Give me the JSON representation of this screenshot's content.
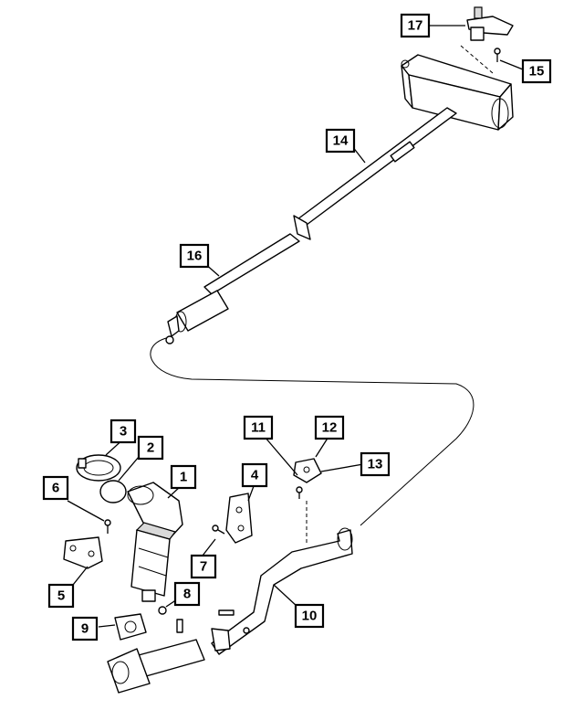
{
  "callouts": [
    {
      "id": "17",
      "label": "17"
    },
    {
      "id": "15",
      "label": "15"
    },
    {
      "id": "14",
      "label": "14"
    },
    {
      "id": "16",
      "label": "16"
    },
    {
      "id": "3",
      "label": "3"
    },
    {
      "id": "2",
      "label": "2"
    },
    {
      "id": "1",
      "label": "1"
    },
    {
      "id": "6",
      "label": "6"
    },
    {
      "id": "11",
      "label": "11"
    },
    {
      "id": "12",
      "label": "12"
    },
    {
      "id": "13",
      "label": "13"
    },
    {
      "id": "4",
      "label": "4"
    },
    {
      "id": "7",
      "label": "7"
    },
    {
      "id": "5",
      "label": "5"
    },
    {
      "id": "8",
      "label": "8"
    },
    {
      "id": "9",
      "label": "9"
    },
    {
      "id": "10",
      "label": "10"
    }
  ],
  "colors": {
    "line": "#000000",
    "background": "#ffffff",
    "shade": "#d9d9d9"
  }
}
